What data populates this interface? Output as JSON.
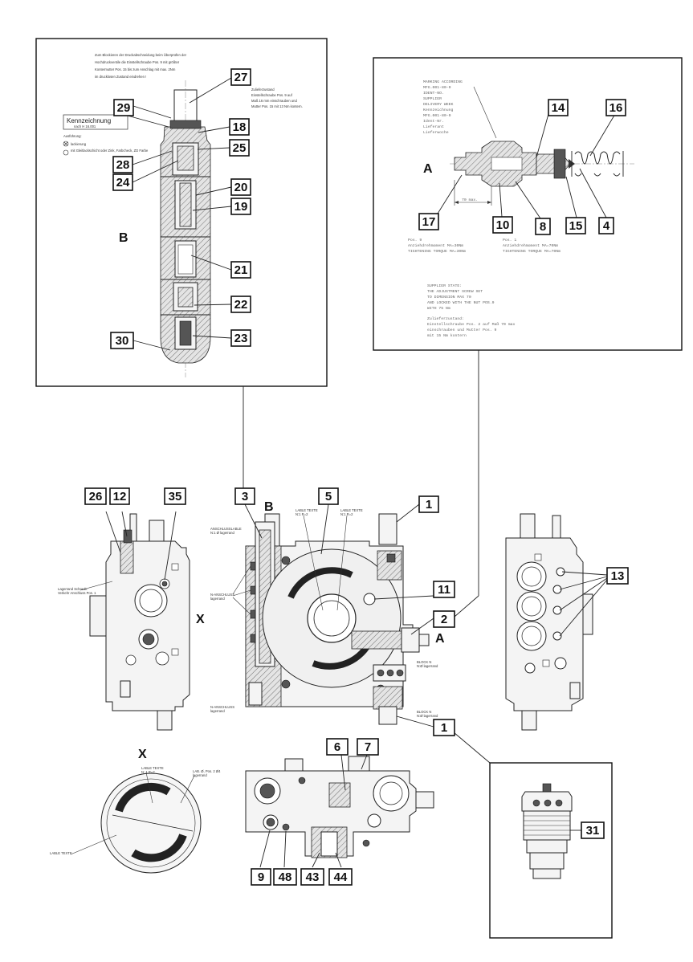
{
  "callouts": [
    {
      "id": "c27",
      "label": "27"
    },
    {
      "id": "c29",
      "label": "29"
    },
    {
      "id": "c18",
      "label": "18"
    },
    {
      "id": "c25",
      "label": "25"
    },
    {
      "id": "c28",
      "label": "28"
    },
    {
      "id": "c24",
      "label": "24"
    },
    {
      "id": "c20",
      "label": "20"
    },
    {
      "id": "c19",
      "label": "19"
    },
    {
      "id": "c21",
      "label": "21"
    },
    {
      "id": "c22",
      "label": "22"
    },
    {
      "id": "c23",
      "label": "23"
    },
    {
      "id": "c30",
      "label": "30"
    },
    {
      "id": "c14",
      "label": "14"
    },
    {
      "id": "c16",
      "label": "16"
    },
    {
      "id": "c17",
      "label": "17"
    },
    {
      "id": "c10",
      "label": "10"
    },
    {
      "id": "c8",
      "label": "8"
    },
    {
      "id": "c15",
      "label": "15"
    },
    {
      "id": "c4",
      "label": "4"
    },
    {
      "id": "c26",
      "label": "26"
    },
    {
      "id": "c12",
      "label": "12"
    },
    {
      "id": "c35",
      "label": "35"
    },
    {
      "id": "c3",
      "label": "3"
    },
    {
      "id": "c5",
      "label": "5"
    },
    {
      "id": "c1a",
      "label": "1"
    },
    {
      "id": "c13",
      "label": "13"
    },
    {
      "id": "c11",
      "label": "11"
    },
    {
      "id": "c2",
      "label": "2"
    },
    {
      "id": "c1b",
      "label": "1"
    },
    {
      "id": "c6",
      "label": "6"
    },
    {
      "id": "c7",
      "label": "7"
    },
    {
      "id": "c31",
      "label": "31"
    },
    {
      "id": "c9",
      "label": "9"
    },
    {
      "id": "c48",
      "label": "48"
    },
    {
      "id": "c43",
      "label": "43"
    },
    {
      "id": "c44",
      "label": "44"
    }
  ],
  "view_labels": {
    "b_detail": "B",
    "a_detail": "A",
    "b_main": "B",
    "a_main": "A",
    "x_side": "X",
    "x_bottom": "X"
  },
  "detail_b": {
    "note_lines": [
      "Zum Blockieren der Druckabschneidung beim Überprüfen der",
      "Hochdruckventile die Einstellschraube Pos. 9 mit größter",
      "Kontermutter Pos. 15 bis zum Anschlag mit max. 2Nm",
      "im drucklosen Zustand eindrehen !"
    ],
    "supply_lines": [
      "Zulieferzustand",
      "Einstellschraube Pos. 9 auf",
      "Maß 16 mm einschrauben und",
      "Mutter Pos. 15 mit 13 Nm kontern."
    ],
    "kenn_title": "Kennzeichnung",
    "kenn_sub": "nach H 16.001",
    "ausf": "Ausführung:",
    "opt1": "lackierung",
    "opt2": "mit Gleitlackschicht oder Zink, Farbcheck, ZD Farbe"
  },
  "detail_a": {
    "mark_lines": [
      "MARKING ACCORDING",
      "MFG.001-80-0",
      "IDENT-NO.",
      "SUPPLIER",
      "DELIVERY WEEK",
      "Kennzeichnung",
      "MFG.001-80-0",
      "Ident-Nr.",
      "Lieferant",
      "Lieferwoche"
    ],
    "dim": "70 max.",
    "pos9_lines": [
      "Pos. 9",
      "Anziehdrehmoment MA=30Nm",
      "TIGHTENING TORQUE MA=30Nm"
    ],
    "pos1_lines": [
      "Pos. 1",
      "Anziehdrehmoment MA=70Nm",
      "TIGHTENING TORQUE MA=70Nm"
    ],
    "supplier_lines": [
      "SUPPLIER STATE:",
      "THE ADJUSTMENT SCREW SET",
      "TO DIMENSION MAX 70",
      "AND LOCKED WITH THE NUT POS.9",
      "WITH 75 Nm",
      "Zulieferzustand:",
      "Einstellschraube Pos. 2 auf Maß 70 max",
      "einschrauben und Mutter Pos. 9",
      "mit 15 Nm kontern"
    ]
  },
  "main_notes": {
    "top1": "LABLE TEXTE\nN:1 R=2",
    "top2": "LABLE TEXTE\nN:1 R=2",
    "left1": "ANSCHLUSSLABLE\nN:1 Ø lagerrand",
    "left2": "N-ANSCHLUSS\nlagerrand",
    "right1": "BLOCK N\nN:Ø lagerrand",
    "bottom1": "N-ANSCHLUSS\nlagerrand",
    "bottom2": "BLOCK N\nN:Ø lagerrand",
    "side1": "Lagerrand Schraub.\nVerkehr Anschluss Pos. 1",
    "xb1": "LABLE TEXTE\nN: 1 R=2",
    "xb2": "LAB. Ø, Pos. 2 Ø4\nlagerrand",
    "xb3": "LABLE TEXTE"
  }
}
